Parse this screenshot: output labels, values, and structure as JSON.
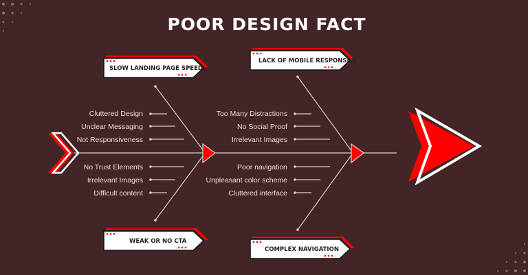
{
  "title": "POOR DESIGN FACT",
  "colors": {
    "background": "#432528",
    "accent": "#ff0000",
    "line": "#d9cfcf"
  },
  "categories": [
    {
      "label": "SLOW LANDING PAGE SPEED",
      "causes": [
        "Cluttered Design",
        "Unclear Messaging",
        "Not Responsiveness"
      ]
    },
    {
      "label": "LACK OF MOBILE RESPONSIVE",
      "causes": [
        "Too Many Distractions",
        "No Social Proof",
        "Irrelevant Images"
      ]
    },
    {
      "label": "WEAK OR NO CTA",
      "causes": [
        "No Trust Elements",
        "Irrelevant Images",
        "Difficult content"
      ]
    },
    {
      "label": "COMPLEX NAVIGATION",
      "causes": [
        "Poor navigation",
        "Unpleasant color scheme",
        "Cluttered interface"
      ]
    }
  ]
}
